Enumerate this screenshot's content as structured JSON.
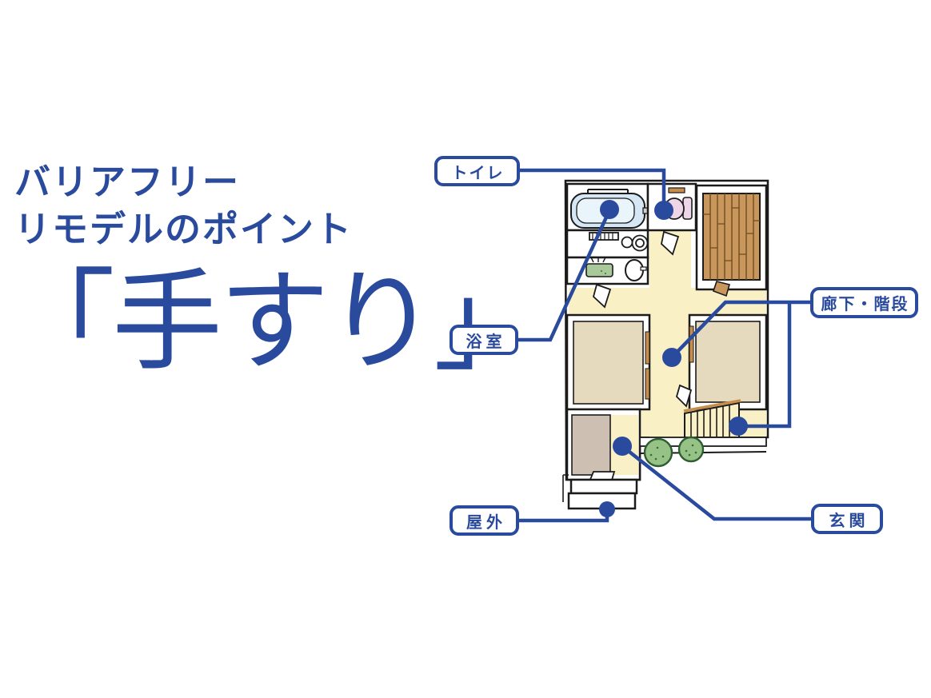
{
  "title": {
    "line1": "バリアフリー",
    "line2": "リモデルのポイント",
    "keyword": "「手すり」"
  },
  "labels": [
    {
      "id": "toilet",
      "text": "トイレ"
    },
    {
      "id": "bathroom",
      "text": "浴室"
    },
    {
      "id": "outdoor",
      "text": "屋外"
    },
    {
      "id": "hallway-stairs",
      "text": "廊下・階段"
    },
    {
      "id": "entrance",
      "text": "玄関"
    }
  ],
  "markers": [
    {
      "id": "bathtub-marker"
    },
    {
      "id": "toilet-marker"
    },
    {
      "id": "hallway-marker"
    },
    {
      "id": "stairs-marker"
    },
    {
      "id": "entrance-marker"
    },
    {
      "id": "porch-marker"
    }
  ],
  "colors": {
    "accent": "#2a4b9d",
    "hall": "#faf0c6",
    "tan": "#e5d9be",
    "tataki": "#cdc0b2",
    "wood": "#c9975c",
    "tub": "#d5e7f4",
    "pink": "#eed6e8",
    "bush": "#96c286",
    "rail": "#c68d4b"
  }
}
